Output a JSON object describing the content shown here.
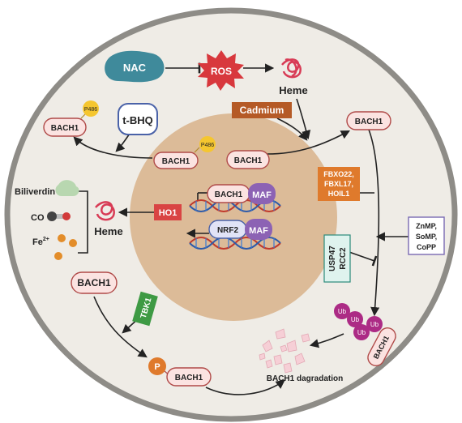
{
  "cell": {
    "nac": "NAC",
    "ros": "ROS",
    "heme_top": "Heme",
    "cadmium": "Cadmium",
    "tbhq": "t-BHQ",
    "bach1_left": "BACH1",
    "bach1_left_p": "P486",
    "bach1_right": "BACH1",
    "fbxo": [
      "FBXO22,",
      "FBXL17,",
      "HOIL1"
    ],
    "znmp": [
      "ZnMP,",
      "SoMP,",
      "CoPP"
    ],
    "usp": [
      "USP47",
      "RCC2"
    ],
    "ub": "Ub",
    "ub_bach1": "BACH1",
    "degradation": "BACH1 dagradation",
    "biliverdin": "Biliverdin",
    "co": "CO",
    "fe": "Fe",
    "fe_sup": "2+",
    "heme_left": "Heme",
    "ho1": "HO1",
    "bach1_bottom": "BACH1",
    "tbk1": "TBK1",
    "p_label": "P",
    "bach1_phos": "BACH1"
  },
  "nucleus": {
    "bach1_p": "BACH1",
    "p486": "P486",
    "bach1_n": "BACH1",
    "bach1_maf": "BACH1",
    "maf1": "MAF",
    "nrf2": "NRF2",
    "maf2": "MAF"
  },
  "colors": {
    "cell_fill": "#efece6",
    "cell_border": "#8e8c87",
    "nucleus": "#dcbb98",
    "bach1_fill": "#fbe3e1",
    "bach1_stroke": "#b04a48",
    "maf": "#8c62b4",
    "nrf2_fill": "#e1e3f6",
    "nac": "#3f8a9b",
    "ros": "#d8383d",
    "heme": "#d83b55",
    "cadmium": "#b55a26",
    "fbxo": "#df7a2c",
    "ho1": "#d94443",
    "tbk1": "#3e9a44",
    "ub": "#ac2b85",
    "phos": "#df7a2c"
  }
}
